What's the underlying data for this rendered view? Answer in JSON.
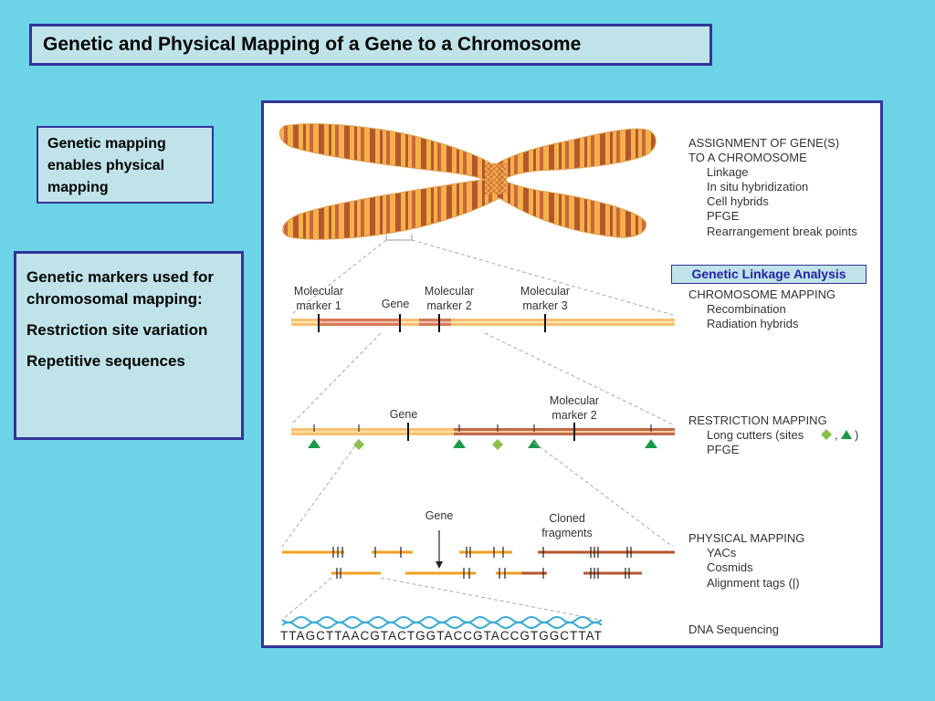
{
  "title": "Genetic and Physical Mapping of a Gene to a Chromosome",
  "note_physical": "Genetic mapping enables  physical mapping",
  "note_markers": {
    "heading": "Genetic markers used for chromosomal mapping:",
    "item1": "Restriction site variation",
    "item2": "Repetitive sequences"
  },
  "genetic_linkage_label": "Genetic Linkage Analysis",
  "sections": {
    "assignment": {
      "heading1": "ASSIGNMENT OF GENE(S)",
      "heading2": "TO A CHROMOSOME",
      "items": [
        "Linkage",
        "In situ hybridization",
        "Cell hybrids",
        "PFGE",
        "Rearrangement break points"
      ]
    },
    "chromosome": {
      "heading": "CHROMOSOME MAPPING",
      "items": [
        "Recombination",
        "Radiation hybrids"
      ]
    },
    "restriction": {
      "heading": "RESTRICTION MAPPING",
      "long_cutters": "Long cutters (sites",
      "sep": ",",
      "close": ")",
      "pfge": "PFGE"
    },
    "physical": {
      "heading": "PHYSICAL MAPPING",
      "items": [
        "YACs",
        "Cosmids",
        "Alignment tags (|)"
      ]
    },
    "dna": {
      "heading": "DNA Sequencing"
    }
  },
  "diagram": {
    "mm1_a": "Molecular",
    "mm1_b": "marker 1",
    "gene1": "Gene",
    "mm2_a": "Molecular",
    "mm2_b": "marker 2",
    "mm3_a": "Molecular",
    "mm3_b": "marker 3",
    "gene2": "Gene",
    "mm2r_a": "Molecular",
    "mm2r_b": "marker 2",
    "gene3": "Gene",
    "cloned_a": "Cloned",
    "cloned_b": "fragments",
    "sequence": "TTAGCTTAACGTACTGGTACCGTACCGTGGCTTAT"
  },
  "colors": {
    "background": "#6cd4e6",
    "box_fill": "#bfe3e8",
    "border": "#333399",
    "chrom_light": "#f4b04a",
    "chrom_dark": "#b5572d",
    "triangle": "#1a9a4a",
    "diamond": "#8cc04a",
    "helix": "#35a8d8"
  }
}
